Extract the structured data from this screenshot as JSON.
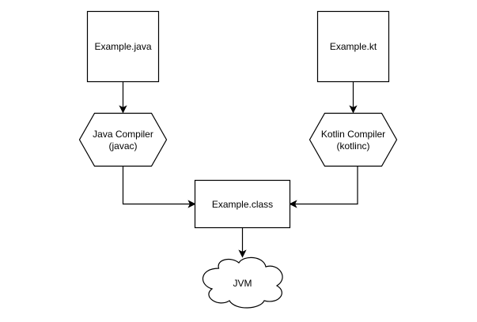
{
  "nodes": {
    "java_source": {
      "label": "Example.java"
    },
    "kotlin_source": {
      "label": "Example.kt"
    },
    "java_compiler": {
      "line1": "Java Compiler",
      "line2": "(javac)"
    },
    "kotlin_compiler": {
      "line1": "Kotlin Compiler",
      "line2": "(kotlinc)"
    },
    "class_file": {
      "label": "Example.class"
    },
    "jvm": {
      "label": "JVM"
    }
  },
  "edges": [
    {
      "from": "java_source",
      "to": "java_compiler"
    },
    {
      "from": "kotlin_source",
      "to": "kotlin_compiler"
    },
    {
      "from": "java_compiler",
      "to": "class_file"
    },
    {
      "from": "kotlin_compiler",
      "to": "class_file"
    },
    {
      "from": "class_file",
      "to": "jvm"
    }
  ]
}
